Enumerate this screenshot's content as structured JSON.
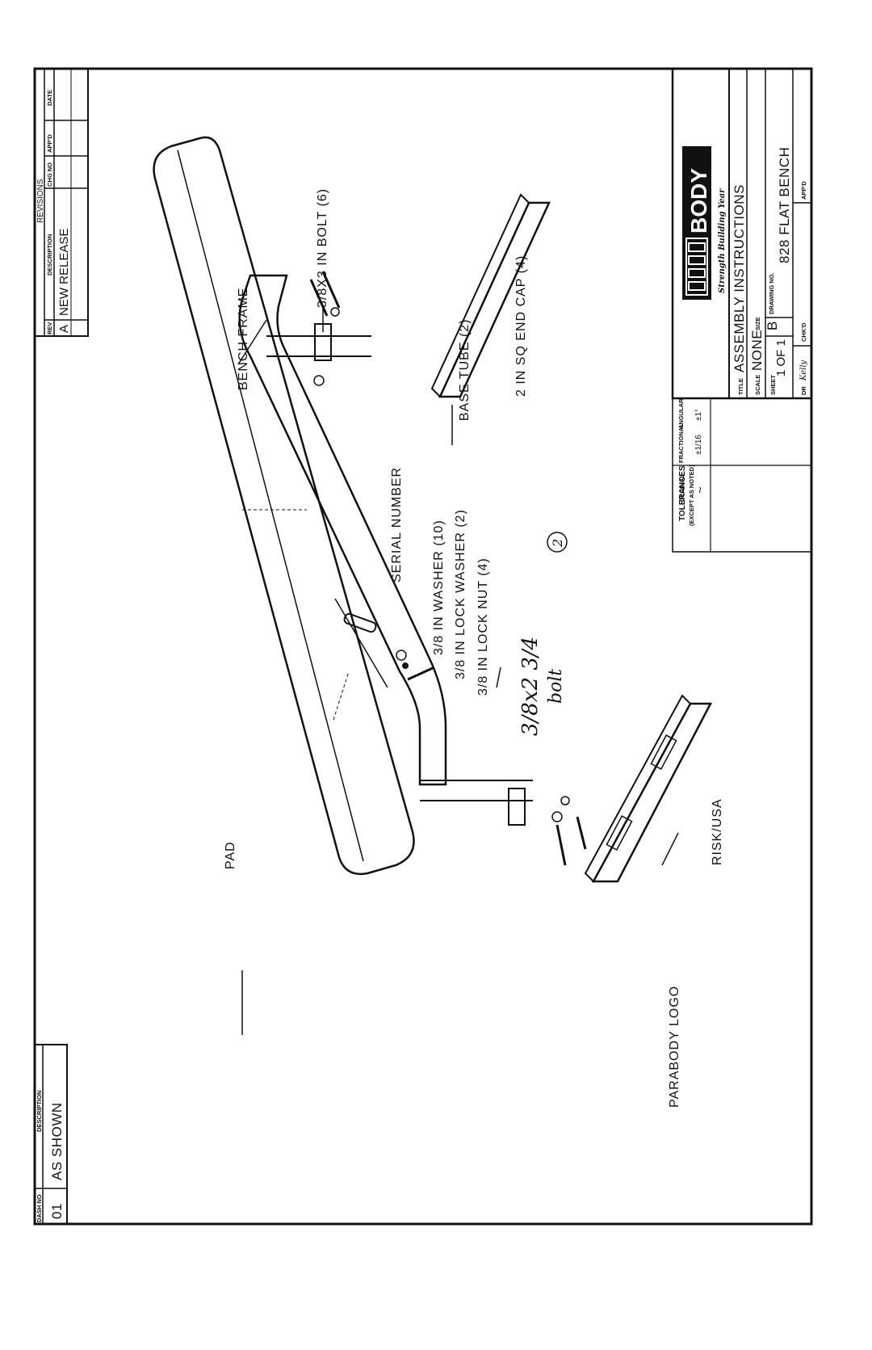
{
  "dash_table": {
    "header_dash_no": "DASH NO",
    "header_description": "DESCRIPTION",
    "row_dash": "01",
    "row_description": "AS SHOWN"
  },
  "revisions": {
    "title": "REVISIONS",
    "headers": [
      "REV",
      "DESCRIPTION",
      "CHG NO",
      "APP'D",
      "DATE"
    ],
    "row": {
      "rev": "A",
      "description": "NEW RELEASE"
    }
  },
  "callouts": {
    "pad": "PAD",
    "bench_frame": "BENCH FRAME",
    "bolt": "3/8X3 IN BOLT (6)",
    "base_tube": "BASE TUBE (2)",
    "end_cap": "2 IN SQ END CAP (4)",
    "serial_number": "SERIAL NUMBER",
    "washer": "3/8 IN WASHER (10)",
    "lock_washer": "3/8 IN LOCK WASHER (2)",
    "lock_nut": "3/8 IN LOCK NUT (4)",
    "risk_usa": "RISK/USA",
    "parabody_logo": "PARABODY LOGO"
  },
  "handwritten": {
    "note_line1": "3/8x2 3/4",
    "note_line2": "bolt",
    "circled": "2"
  },
  "title_block": {
    "logo_text": "BODY",
    "tagline": "Strength Building Year",
    "tolerances": "TOLERANCES",
    "except_as_noted": "(EXCEPT AS NOTED)",
    "decimal_label": "DECIMAL",
    "decimal_value": "~",
    "fractional_label": "FRACTIONAL",
    "fractional_value": "±1/16",
    "angular_label": "ANGULAR",
    "angular_value": "±1°",
    "title_label": "TITLE",
    "title_value": "ASSEMBLY INSTRUCTIONS",
    "scale_label": "SCALE",
    "scale_value": "NONE",
    "size_label": "SIZE",
    "size_value": "B",
    "drawing_no_label": "DRAWING NO.",
    "drawing_no_value": "828  FLAT BENCH",
    "sheet_label": "SHEET",
    "sheet_value": "1  OF  1",
    "dr_label": "DR",
    "dr_value": "Kelly",
    "chkd_label": "CHK'D",
    "appd_label": "APP'D"
  }
}
